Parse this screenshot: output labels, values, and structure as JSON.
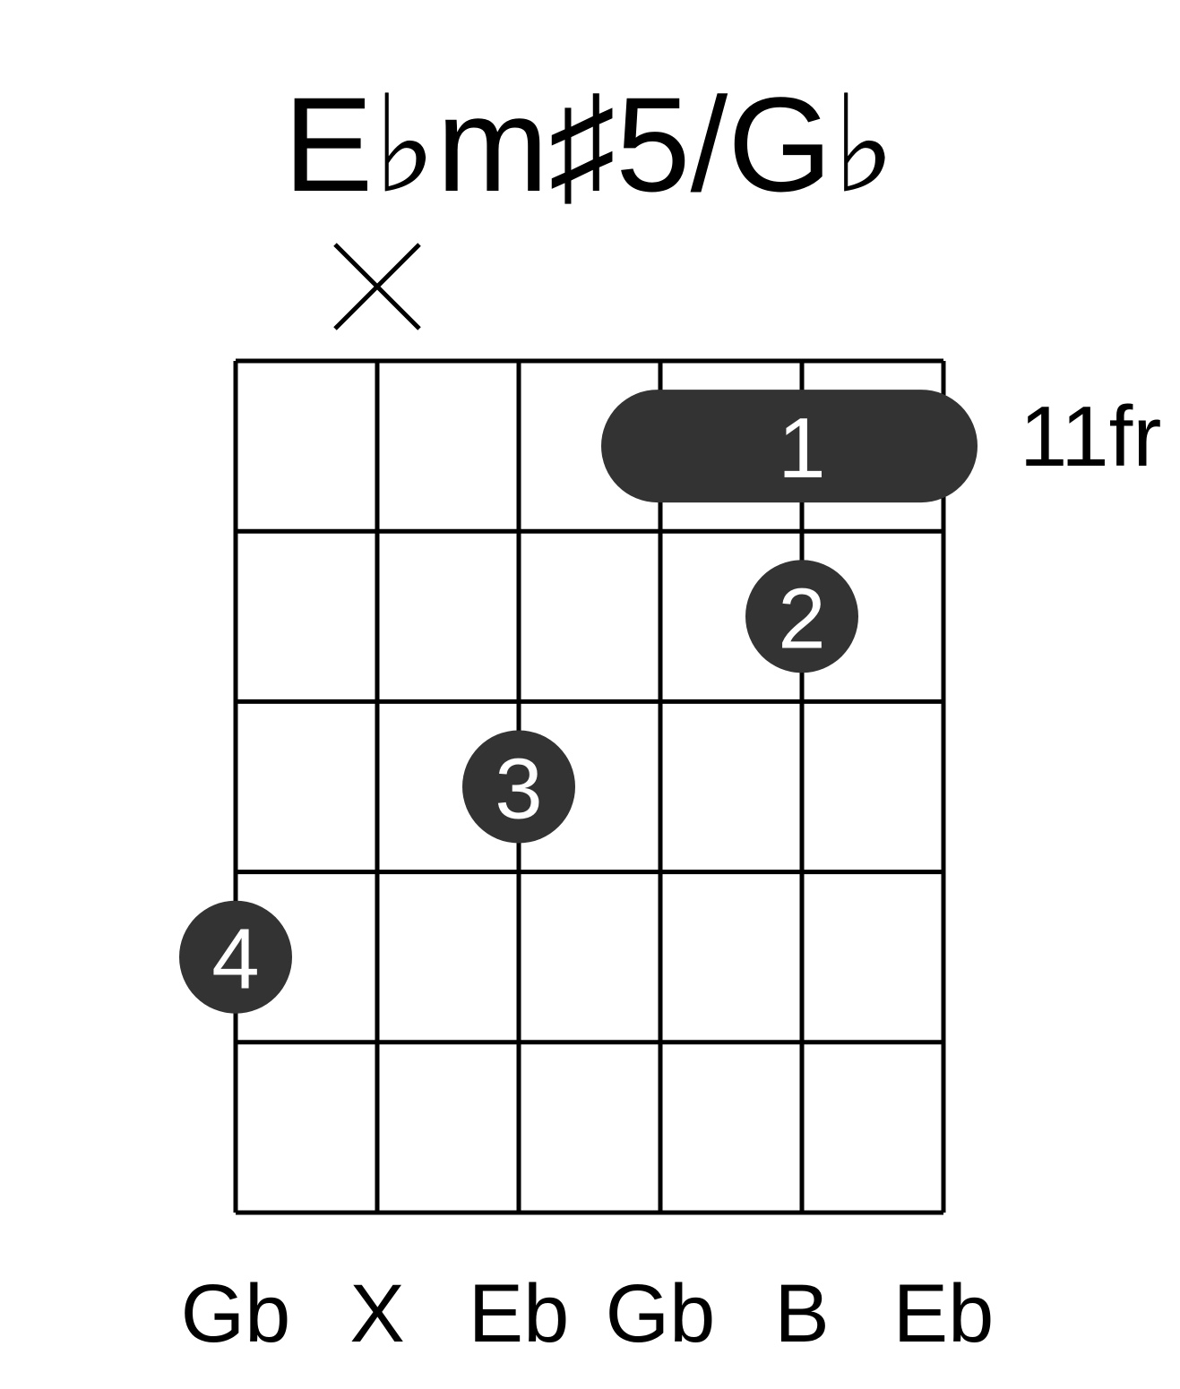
{
  "chord": {
    "name": "E♭m♯5/G♭",
    "start_fret_label": "11fr"
  },
  "strings": {
    "count": 6,
    "notes": [
      "Gb",
      "X",
      "Eb",
      "Gb",
      "B",
      "Eb"
    ],
    "muted": [
      1
    ]
  },
  "frets_shown": 5,
  "fingers": [
    {
      "label": "1",
      "type": "barre",
      "fret": 1,
      "from_string": 3,
      "to_string": 5
    },
    {
      "label": "2",
      "type": "dot",
      "fret": 2,
      "string": 4
    },
    {
      "label": "3",
      "type": "dot",
      "fret": 3,
      "string": 2
    },
    {
      "label": "4",
      "type": "dot",
      "fret": 4,
      "string": 0
    }
  ],
  "colors": {
    "dot": "#333333",
    "grid": "#000000",
    "finger_text": "#ffffff"
  }
}
